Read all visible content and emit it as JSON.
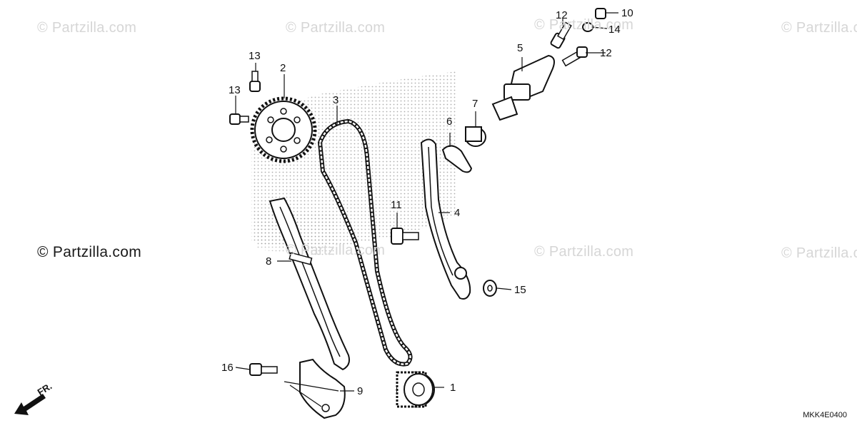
{
  "watermarks": [
    "© Partzilla.com",
    "© Partzilla.com",
    "© Partzilla.com",
    "© Partzilla.com",
    "© Partzilla.com",
    "© Partzilla.com",
    "© Partzilla.com",
    "© Partzilla.com"
  ],
  "callouts": {
    "p1": "1",
    "p2": "2",
    "p3": "3",
    "p4": "4",
    "p5": "5",
    "p6": "6",
    "p7": "7",
    "p8": "8",
    "p9": "9",
    "p10": "10",
    "p11": "11",
    "p12a": "12",
    "p12b": "12",
    "p13a": "13",
    "p13b": "13",
    "p14": "14",
    "p15": "15",
    "p16": "16"
  },
  "direction_label": "FR.",
  "diagram_code": "MKK4E0400"
}
